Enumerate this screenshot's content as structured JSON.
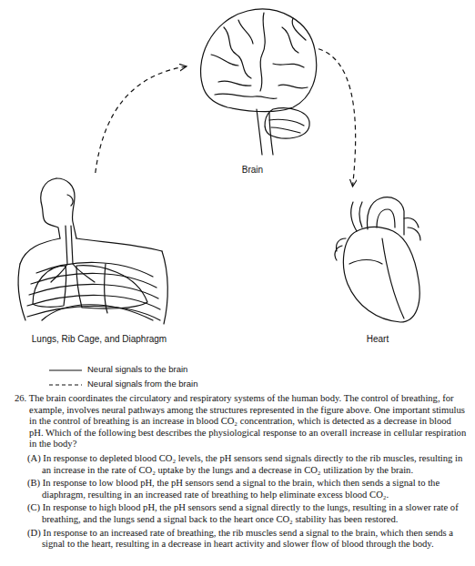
{
  "diagram": {
    "nodes": [
      {
        "text": [
          "Brain"
        ]
      },
      {
        "text": [
          "Lungs, Rib Cage, and Diaphragm"
        ]
      },
      {
        "text": [
          "Heart"
        ]
      }
    ],
    "edges": [
      {
        "from": 1,
        "to": 0,
        "arrow": "to"
      },
      {
        "from": 0,
        "to": 2,
        "arrow": "to"
      }
    ],
    "labels": [
      "26. The brain coordinates the circulatory and respiratory systems of the human body. The control of breathing, for example, involves neural pathways among the structures represented in the figure above. One important stimulus in the control of breathing is an increase in blood CO₂ concentration, which is detected as a decrease in blood pH. Which of the following best describes the physiological response to an overall increase in cellular respiration in the body?",
      "(A) In response to depleted blood CO₂ levels, the pH sensors send signals directly to the rib muscles, resulting in an increase in the rate of CO₂ uptake by the lungs and a decrease in CO₂ utilization by the brain.",
      "(B) In response to low blood pH, the pH sensors send a signal to the brain, which then sends a signal to the diaphragm, resulting in an increased rate of breathing to help eliminate excess blood CO₂.",
      "(C) In response to high blood pH, the pH sensors send a signal directly to the lungs, resulting in a slower rate of breathing, and the lungs send a signal back to the heart once CO₂ stability has been restored.",
      "(D) In response to an increased rate of breathing, the rib muscles send a signal to the brain, which then sends a signal to the heart, resulting in a decrease in heart activity and slower flow of blood through the body."
    ],
    "legend": [
      {
        "text": "Neural signals to the brain"
      },
      {
        "text": "Neural signals from the brain"
      }
    ]
  }
}
